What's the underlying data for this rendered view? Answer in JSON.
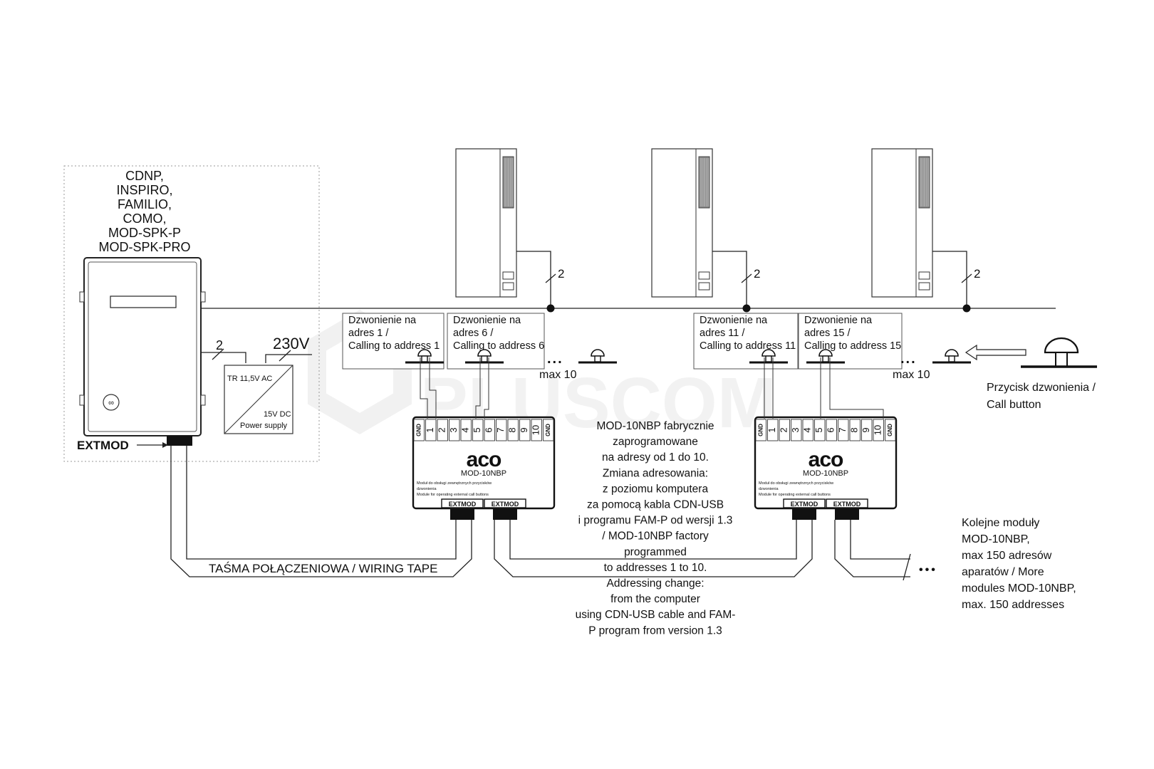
{
  "controller": {
    "models": [
      "CDNP,",
      "INSPIRO,",
      "FAMILIO,",
      "COMO,",
      "MOD-SPK-P",
      "MOD-SPK-PRO"
    ],
    "port_label": "EXTMOD"
  },
  "power": {
    "wires": "2",
    "mains": "230V",
    "transformer": "TR 11,5V AC",
    "output": "15V DC",
    "name": "Power supply"
  },
  "watermark": "PLUSCOM",
  "handset_wire_count": "2",
  "call_boxes": [
    {
      "line1": "Dzwonienie na",
      "line2": "adres 1 /",
      "line3": "Calling to address 1"
    },
    {
      "line1": "Dzwonienie na",
      "line2": "adres 6 /",
      "line3": "Calling to address 6"
    },
    {
      "line1": "Dzwonienie na",
      "line2": "adres 11 /",
      "line3": "Calling to address 11"
    },
    {
      "line1": "Dzwonienie na",
      "line2": "adres 15 /",
      "line3": "Calling to address 15"
    }
  ],
  "button_ellipsis": "...",
  "max_buttons": "max 10",
  "call_button": {
    "line1": "Przycisk dzwonienia /",
    "line2": "Call button"
  },
  "module": {
    "brand": "aco",
    "model": "MOD-10NBP",
    "desc_pl": "Moduł do obsługi zewnętrznych przycisków",
    "desc_pl2": "dzwonienia",
    "desc_en": "Module for operating external call buttons",
    "port": "EXTMOD",
    "terminals": [
      "GND",
      "1",
      "2",
      "3",
      "4",
      "5",
      "6",
      "7",
      "8",
      "9",
      "10",
      "GND"
    ]
  },
  "description": [
    "MOD-10NBP fabrycznie",
    "zaprogramowane",
    "na adresy od 1 do 10.",
    "Zmiana adresowania:",
    "z poziomu komputera",
    "za pomocą kabla CDN-USB",
    "i programu FAM-P od wersji 1.3",
    "/ MOD-10NBP factory",
    "programmed",
    "to addresses 1 to 10.",
    "Addressing change:",
    "from the computer",
    "using CDN-USB cable and FAM-",
    "P program from version 1.3"
  ],
  "wiring_tape": "TAŚMA POŁĄCZENIOWA / WIRING TAPE",
  "more_ellipsis": "•••",
  "more_modules": [
    "Kolejne moduły",
    "MOD-10NBP,",
    "max 150 adresów",
    "aparatów / More",
    "modules MOD-10NBP,",
    "max. 150 addresses"
  ]
}
